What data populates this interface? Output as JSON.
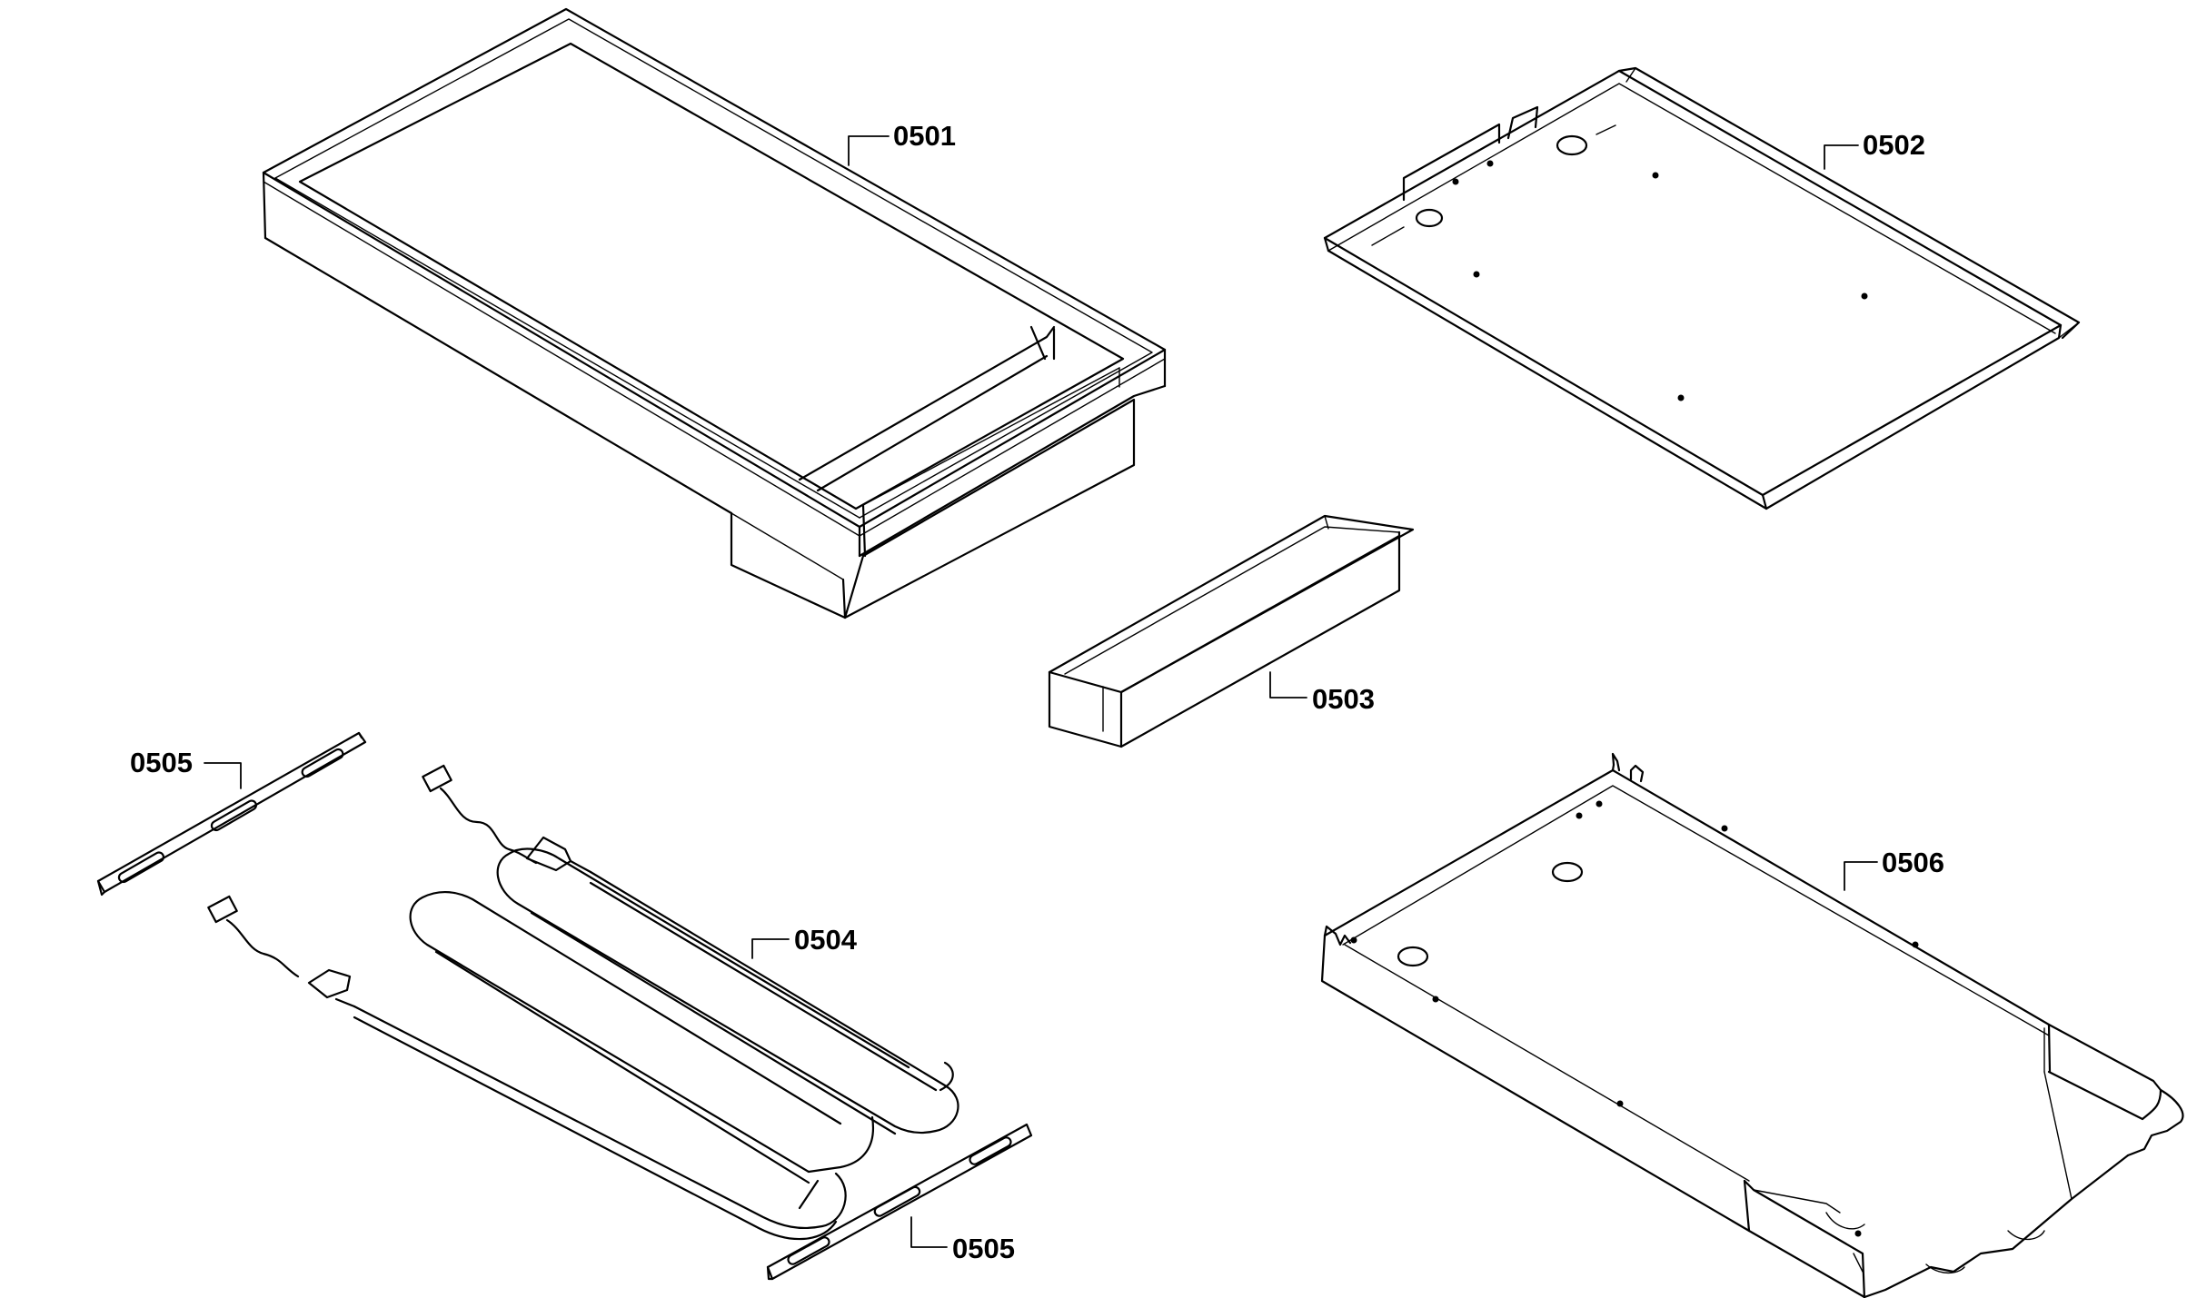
{
  "labels": {
    "p0501": "0501",
    "p0502": "0502",
    "p0503": "0503",
    "p0504": "0504",
    "p0505a": "0505",
    "p0505b": "0505",
    "p0506": "0506"
  }
}
